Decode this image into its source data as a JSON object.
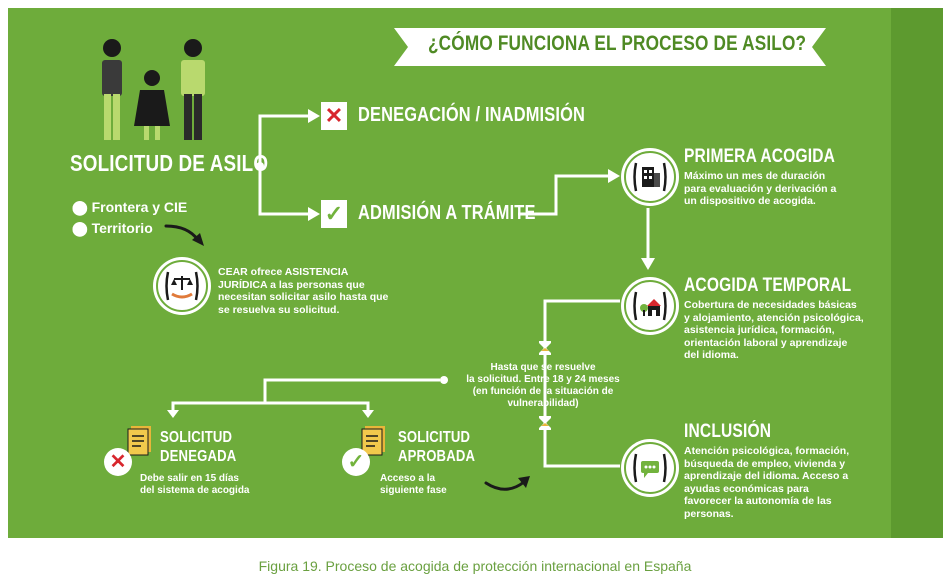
{
  "banner": {
    "title": "¿CÓMO FUNCIONA EL PROCESO DE ASILO?"
  },
  "solicitud": {
    "title": "SOLICITUD DE ASILO",
    "locations": [
      "Frontera y CIE",
      "Territorio"
    ]
  },
  "cear": {
    "text_line1": "CEAR ofrece ASISTENCIA",
    "text_line2": "JURÍDICA a las personas que",
    "text_line3": "necesitan solicitar asilo hasta que",
    "text_line4": "se resuelva su solicitud."
  },
  "denegacion": {
    "label": "DENEGACIÓN / INADMISIÓN"
  },
  "admision": {
    "label": "ADMISIÓN A TRÁMITE"
  },
  "primera_acogida": {
    "title": "PRIMERA ACOGIDA",
    "line1": "Máximo un mes de duración",
    "line2": "para evaluación y derivación a",
    "line3": "un dispositivo de acogida."
  },
  "acogida_temporal": {
    "title": "ACOGIDA TEMPORAL",
    "line1": "Cobertura de necesidades básicas",
    "line2": "y alojamiento, atención psicológica,",
    "line3": "asistencia jurídica, formación,",
    "line4": "orientación laboral y aprendizaje",
    "line5": "del idioma."
  },
  "inclusion": {
    "title": "INCLUSIÓN",
    "line1": "Atención psicológica, formación,",
    "line2": "búsqueda de empleo, vivienda y",
    "line3": "aprendizaje del idioma. Acceso a",
    "line4": "ayudas económicas para",
    "line5": "favorecer la autonomía de las",
    "line6": "personas."
  },
  "plazo": {
    "line1": "Hasta que se resuelve",
    "line2": "la solicitud. Entre 18 y 24 meses",
    "line3": "(en función de la situación de",
    "line4": "vulnerabilidad)"
  },
  "denegada": {
    "title1": "SOLICITUD",
    "title2": "DENEGADA",
    "line1": "Debe salir en 15 días",
    "line2": "del sistema de acogida"
  },
  "aprobada": {
    "title1": "SOLICITUD",
    "title2": "APROBADA",
    "line1": "Acceso a la",
    "line2": "siguiente fase"
  },
  "caption": "Figura 19. Proceso de acogida de protección internacional en España",
  "colors": {
    "green": "#6eac3b",
    "red": "#d8262d",
    "check": "#72b33d",
    "banner_text": "#4f8a24"
  }
}
